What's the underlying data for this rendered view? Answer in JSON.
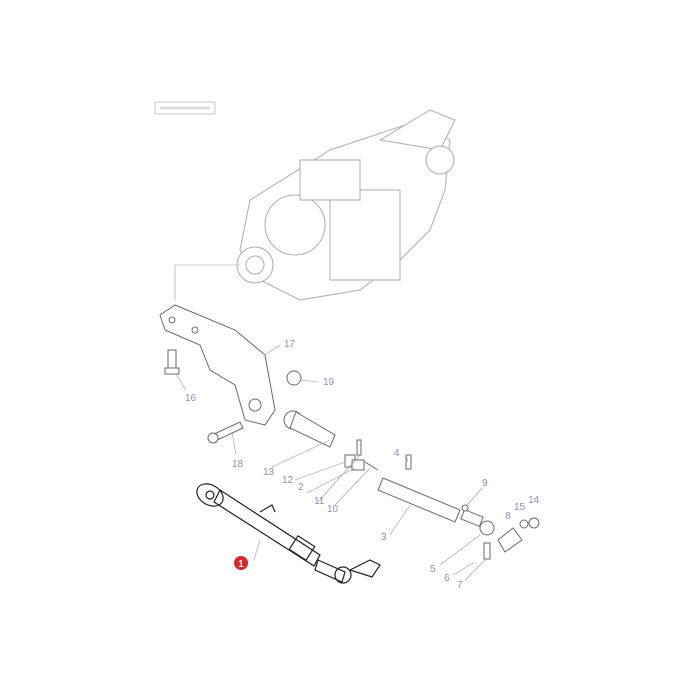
{
  "diagram": {
    "highlight_color": "#d8262b",
    "label_color": "#8c8cbf",
    "highlighted_item": "1",
    "callouts": [
      "1",
      "2",
      "3",
      "4",
      "5",
      "6",
      "7",
      "8",
      "9",
      "10",
      "11",
      "12",
      "13",
      "14",
      "15",
      "16",
      "17",
      "18",
      "19"
    ]
  }
}
